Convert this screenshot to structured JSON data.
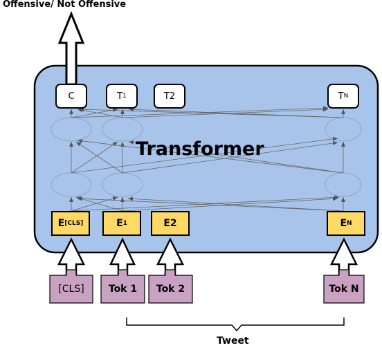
{
  "output_label": "Offensive/ Not Offensive",
  "model_label": "Transformer",
  "bottom_label": "Tweet",
  "outputs": [
    {
      "main": "C",
      "sub": ""
    },
    {
      "main": "T",
      "sub": "1"
    },
    {
      "main": "T2",
      "sub": ""
    },
    {
      "main": "T",
      "sub": "N"
    }
  ],
  "embeddings": [
    {
      "main": "E",
      "sub": "[CLS]"
    },
    {
      "main": "E",
      "sub": "1"
    },
    {
      "main": "E2",
      "sub": ""
    },
    {
      "main": "E",
      "sub": "N"
    }
  ],
  "tokens": [
    "[CLS]",
    "Tok 1",
    "Tok 2",
    "Tok N"
  ],
  "colors": {
    "container": "#a9c4eb",
    "embedding": "#ffd966",
    "token": "#c9a2c3",
    "output": "#ffffff"
  }
}
